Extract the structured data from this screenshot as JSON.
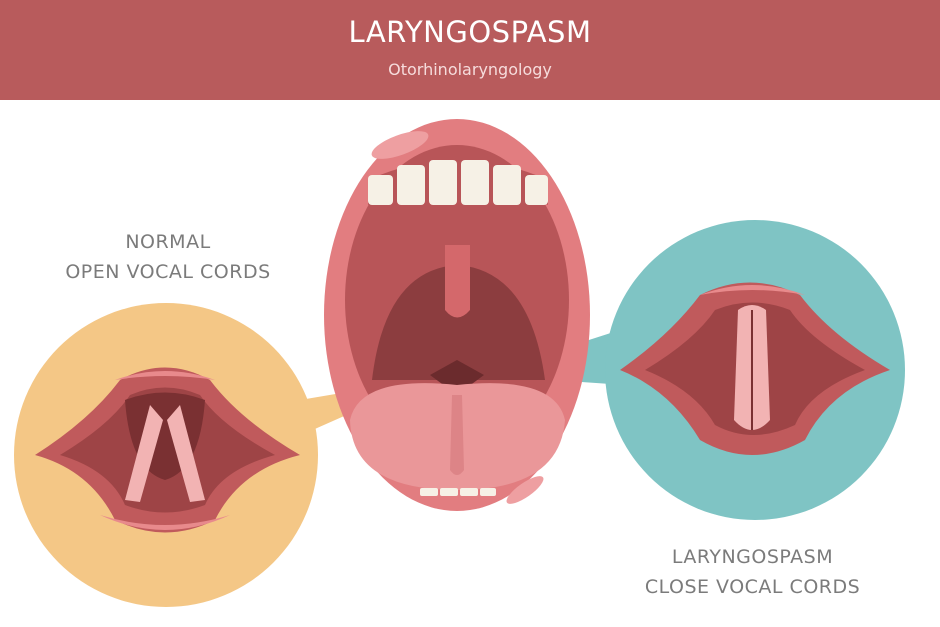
{
  "header": {
    "title": "LARYNGOSPASM",
    "subtitle": "Otorhinolaryngology"
  },
  "labels": {
    "normal": {
      "line1": "NORMAL",
      "line2": "OPEN VOCAL CORDS"
    },
    "spasm": {
      "line1": "LARYNGOSPASM",
      "line2": "CLOSE VOCAL CORDS"
    }
  },
  "colors": {
    "header": "#b85b5c",
    "normal_circle": "#f4c786",
    "spasm_circle": "#7fc4c4",
    "lips": "#e27d80",
    "mouth_inner": "#8c3d3f"
  }
}
